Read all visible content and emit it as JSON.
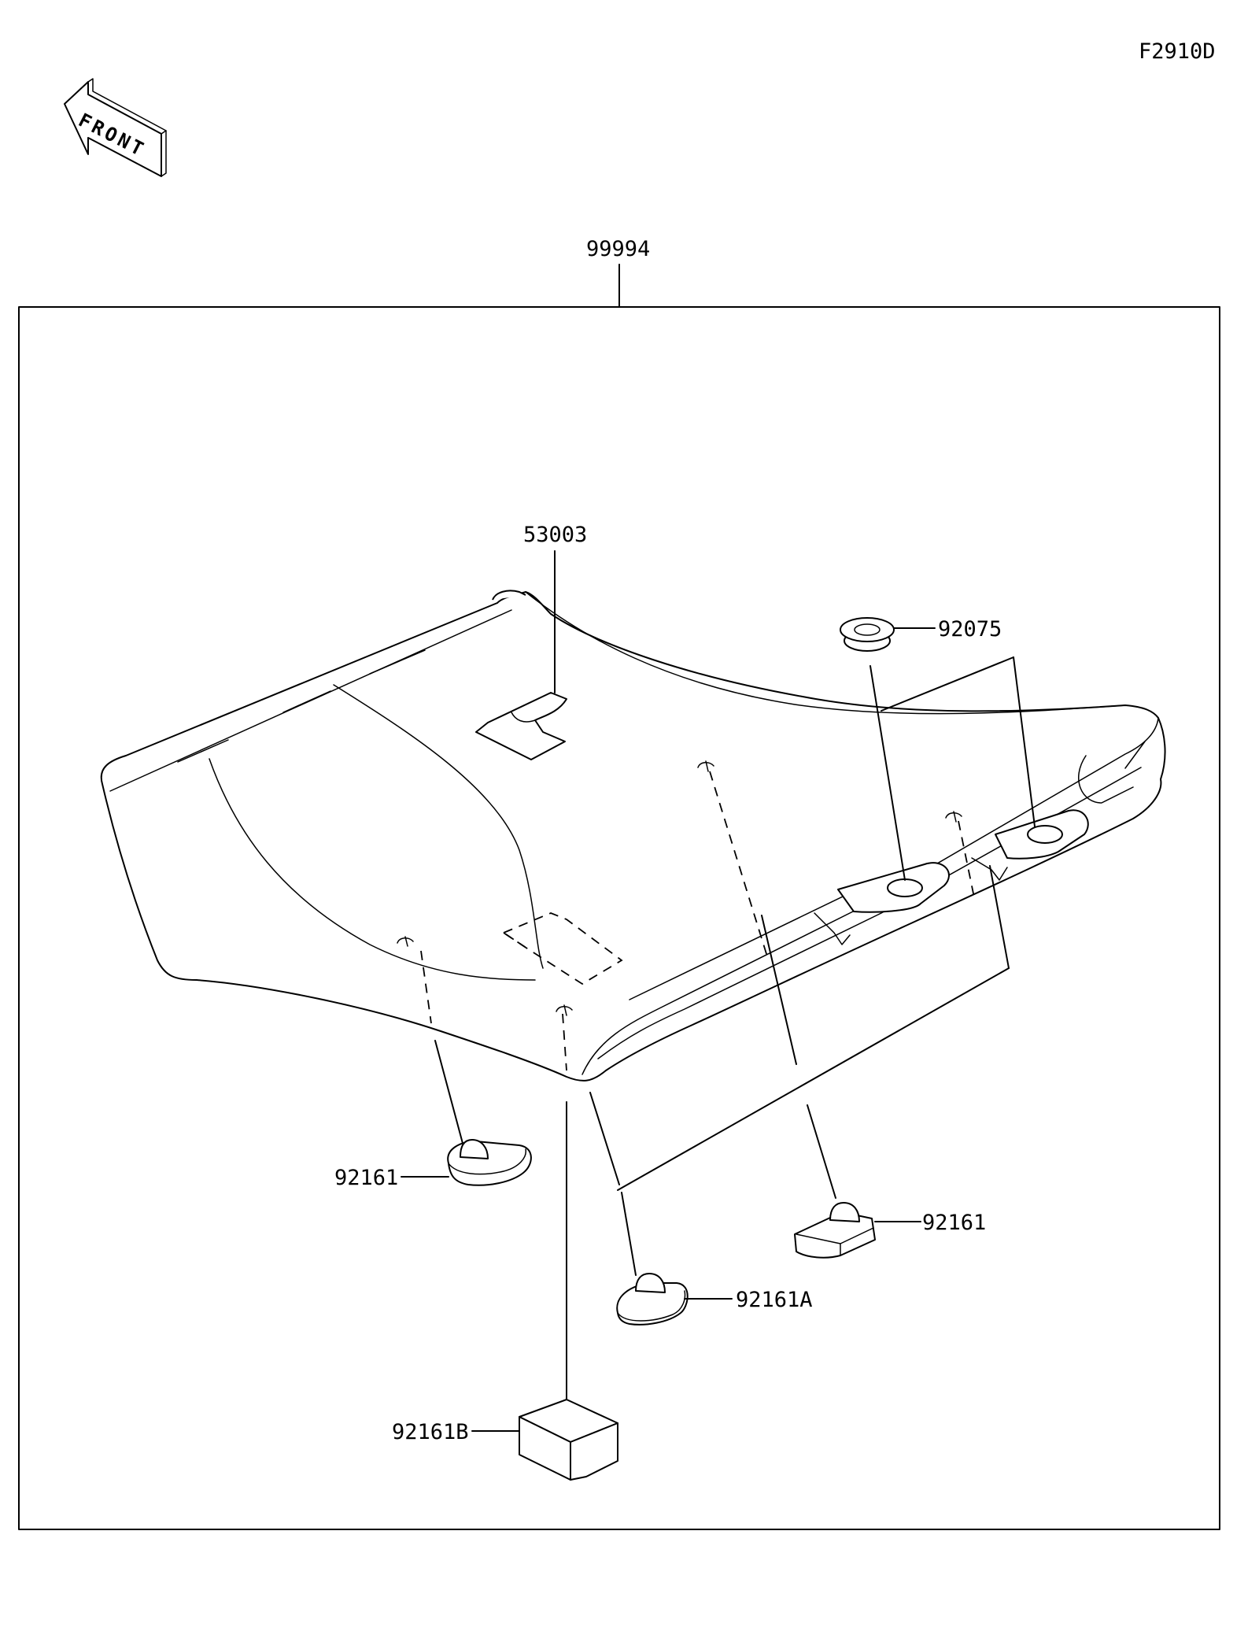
{
  "diagram_code": "F2910D",
  "front_arrow": {
    "text": "FRONT",
    "icon": "front-direction-arrow-icon"
  },
  "kit_label": "99994",
  "parts": {
    "p53003": "53003",
    "p92075": "92075",
    "p92161_left": "92161",
    "p92161_right": "92161",
    "p92161A": "92161A",
    "p92161B": "92161B"
  },
  "colors": {
    "line": "#000000",
    "background": "#ffffff"
  }
}
